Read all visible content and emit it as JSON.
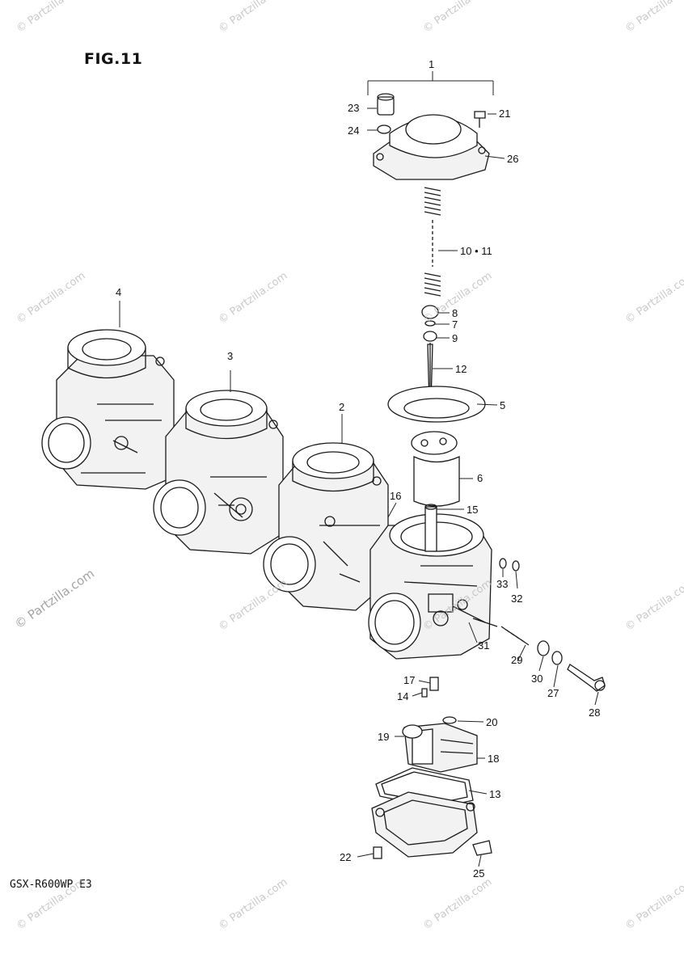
{
  "figure": {
    "title": "FIG.11",
    "model_code": "GSX-R600WP  E3"
  },
  "callouts": [
    {
      "id": "1",
      "text": "1"
    },
    {
      "id": "2",
      "text": "2"
    },
    {
      "id": "3",
      "text": "3"
    },
    {
      "id": "4",
      "text": "4"
    },
    {
      "id": "5",
      "text": "5"
    },
    {
      "id": "6",
      "text": "6"
    },
    {
      "id": "7",
      "text": "7"
    },
    {
      "id": "8",
      "text": "8"
    },
    {
      "id": "9",
      "text": "9"
    },
    {
      "id": "10_11",
      "text": "10 • 11"
    },
    {
      "id": "12",
      "text": "12"
    },
    {
      "id": "13",
      "text": "13"
    },
    {
      "id": "14",
      "text": "14"
    },
    {
      "id": "15",
      "text": "15"
    },
    {
      "id": "16",
      "text": "16"
    },
    {
      "id": "17",
      "text": "17"
    },
    {
      "id": "18",
      "text": "18"
    },
    {
      "id": "19",
      "text": "19"
    },
    {
      "id": "20",
      "text": "20"
    },
    {
      "id": "21",
      "text": "21"
    },
    {
      "id": "22",
      "text": "22"
    },
    {
      "id": "23",
      "text": "23"
    },
    {
      "id": "24",
      "text": "24"
    },
    {
      "id": "25",
      "text": "25"
    },
    {
      "id": "26",
      "text": "26"
    },
    {
      "id": "27",
      "text": "27"
    },
    {
      "id": "28",
      "text": "28"
    },
    {
      "id": "29",
      "text": "29"
    },
    {
      "id": "30",
      "text": "30"
    },
    {
      "id": "31",
      "text": "31"
    },
    {
      "id": "32",
      "text": "32"
    },
    {
      "id": "33",
      "text": "33"
    }
  ],
  "watermark": {
    "text": "© Partzilla.com"
  },
  "colors": {
    "line": "#1a1a1a",
    "background": "#ffffff",
    "watermark": "#b8b8b8"
  }
}
